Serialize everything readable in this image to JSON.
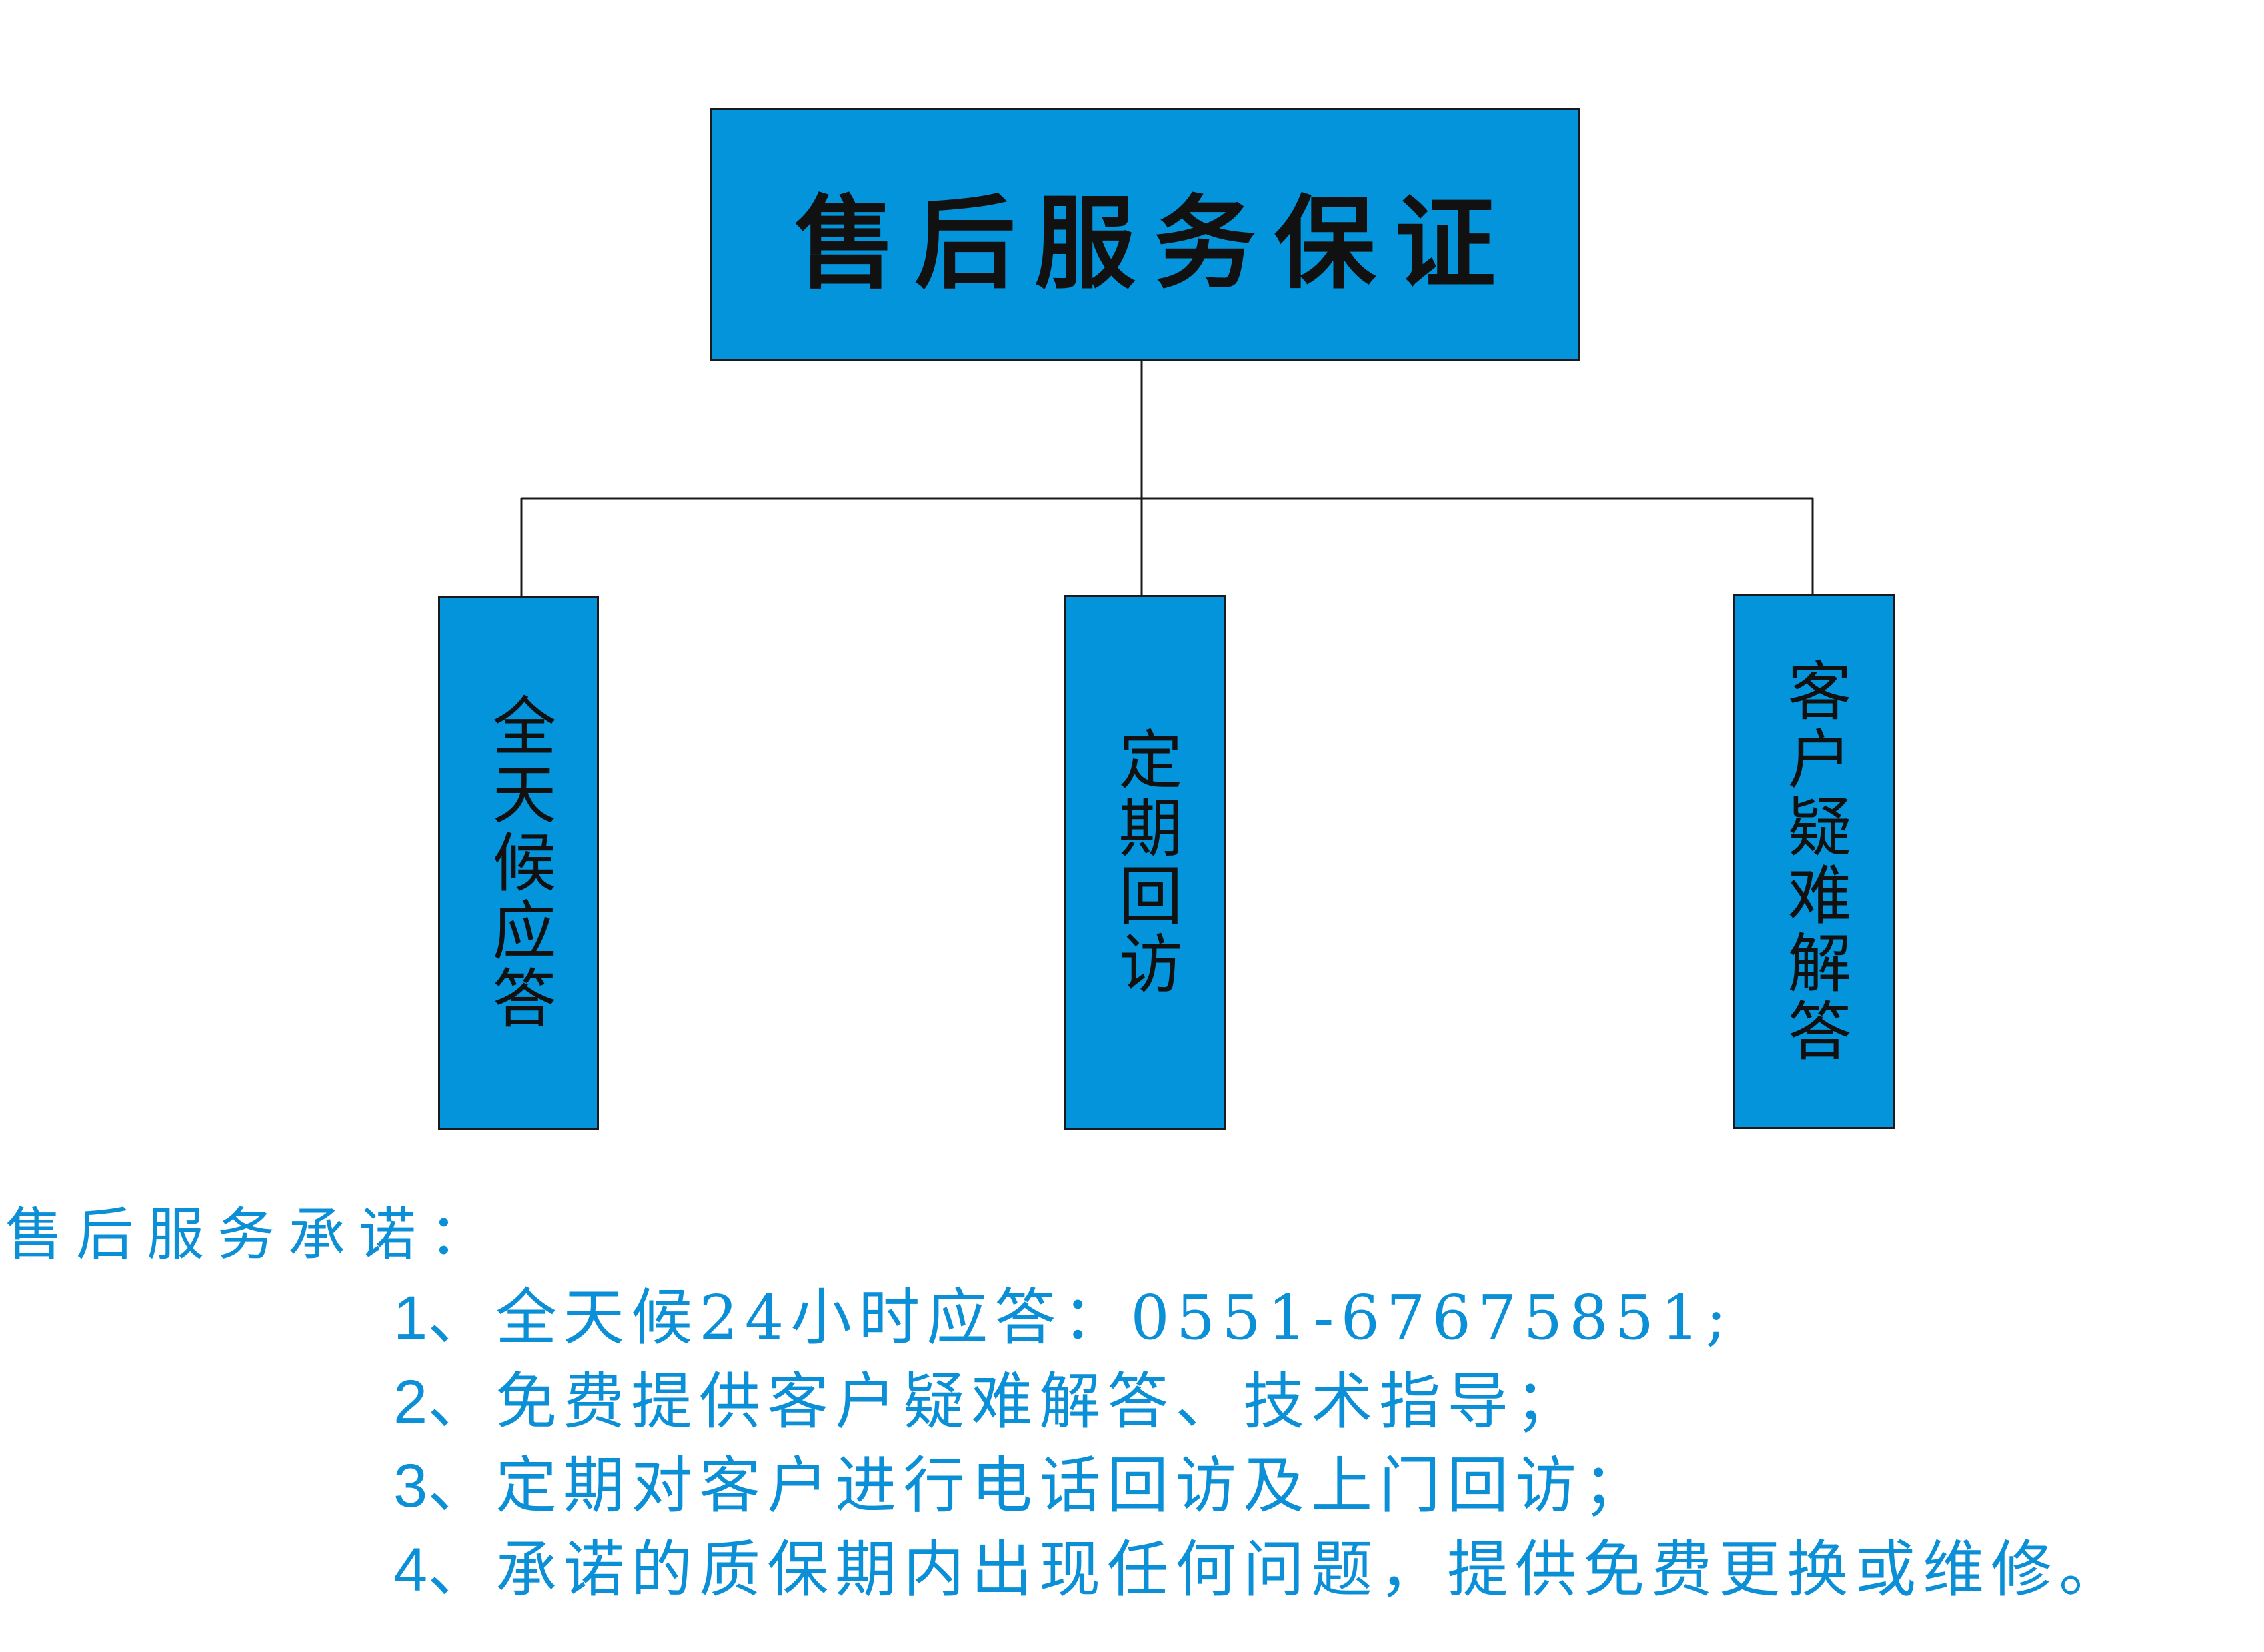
{
  "diagram": {
    "root": {
      "label": "售后服务保证"
    },
    "children": [
      {
        "label": "全天候应答"
      },
      {
        "label": "定期回访"
      },
      {
        "label": "客户疑难解答"
      }
    ],
    "colors": {
      "box_fill": "#0494db",
      "box_border": "#1a1a1a",
      "connector": "#1a1a1a",
      "promise_text": "#0b8fd6"
    }
  },
  "promises": {
    "heading": "售后服务承诺：",
    "items": [
      {
        "num": "1",
        "text": "、全天候24小时应答：0551-67675851;"
      },
      {
        "num": "2",
        "text": "、免费提供客户疑难解答、技术指导；"
      },
      {
        "num": "3",
        "text": "、定期对客户进行电话回访及上门回访；"
      },
      {
        "num": "4",
        "text": "、承诺的质保期内出现任何问题，提供免费更换或维修。"
      }
    ]
  }
}
